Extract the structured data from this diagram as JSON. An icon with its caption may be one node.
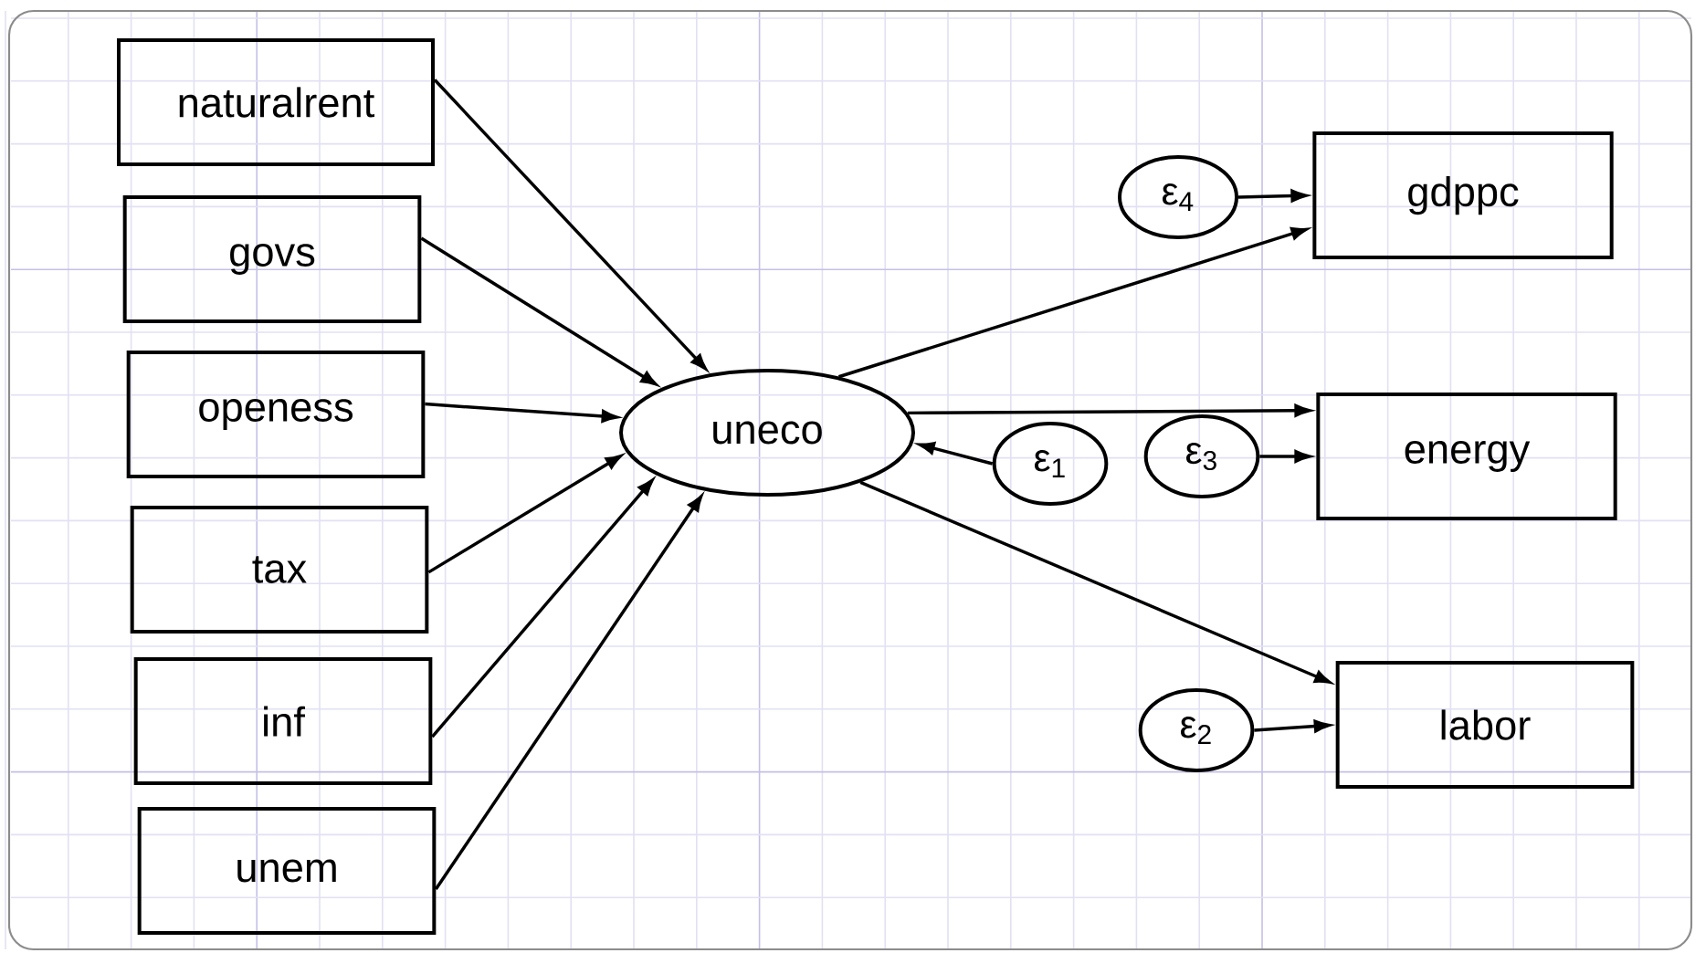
{
  "diagram": {
    "nodes": [
      {
        "text": [
          "naturalrent"
        ]
      },
      {
        "text": [
          "govs"
        ]
      },
      {
        "text": [
          "openess"
        ]
      },
      {
        "text": [
          "tax"
        ]
      },
      {
        "text": [
          "inf"
        ]
      },
      {
        "text": [
          "unem"
        ]
      },
      {
        "text": [
          "uneco"
        ]
      },
      {
        "text": [
          "gdppc"
        ]
      },
      {
        "text": [
          "energy"
        ]
      },
      {
        "text": [
          "labor"
        ]
      },
      {
        "text": [
          "ε$_{4}$"
        ]
      },
      {
        "text": [
          "ε$_{1}$"
        ]
      },
      {
        "text": [
          "ε$_{3}$"
        ]
      },
      {
        "text": [
          "ε$_{2}$"
        ]
      }
    ],
    "edges": [
      {
        "from": 0,
        "to": 6,
        "arrow": "to"
      },
      {
        "from": 1,
        "to": 6,
        "arrow": "to"
      },
      {
        "from": 2,
        "to": 6,
        "arrow": "to"
      },
      {
        "from": 3,
        "to": 6,
        "arrow": "to"
      },
      {
        "from": 4,
        "to": 6,
        "arrow": "to"
      },
      {
        "from": 5,
        "to": 6,
        "arrow": "to"
      },
      {
        "from": 6,
        "to": 7,
        "arrow": "to"
      },
      {
        "from": 6,
        "to": 8,
        "arrow": "to"
      },
      {
        "from": 6,
        "to": 9,
        "arrow": "to"
      },
      {
        "from": 10,
        "to": 7,
        "arrow": "to"
      },
      {
        "from": 11,
        "to": 6,
        "arrow": "to"
      },
      {
        "from": 12,
        "to": 8,
        "arrow": "to"
      },
      {
        "from": 13,
        "to": 9,
        "arrow": "to"
      }
    ]
  }
}
